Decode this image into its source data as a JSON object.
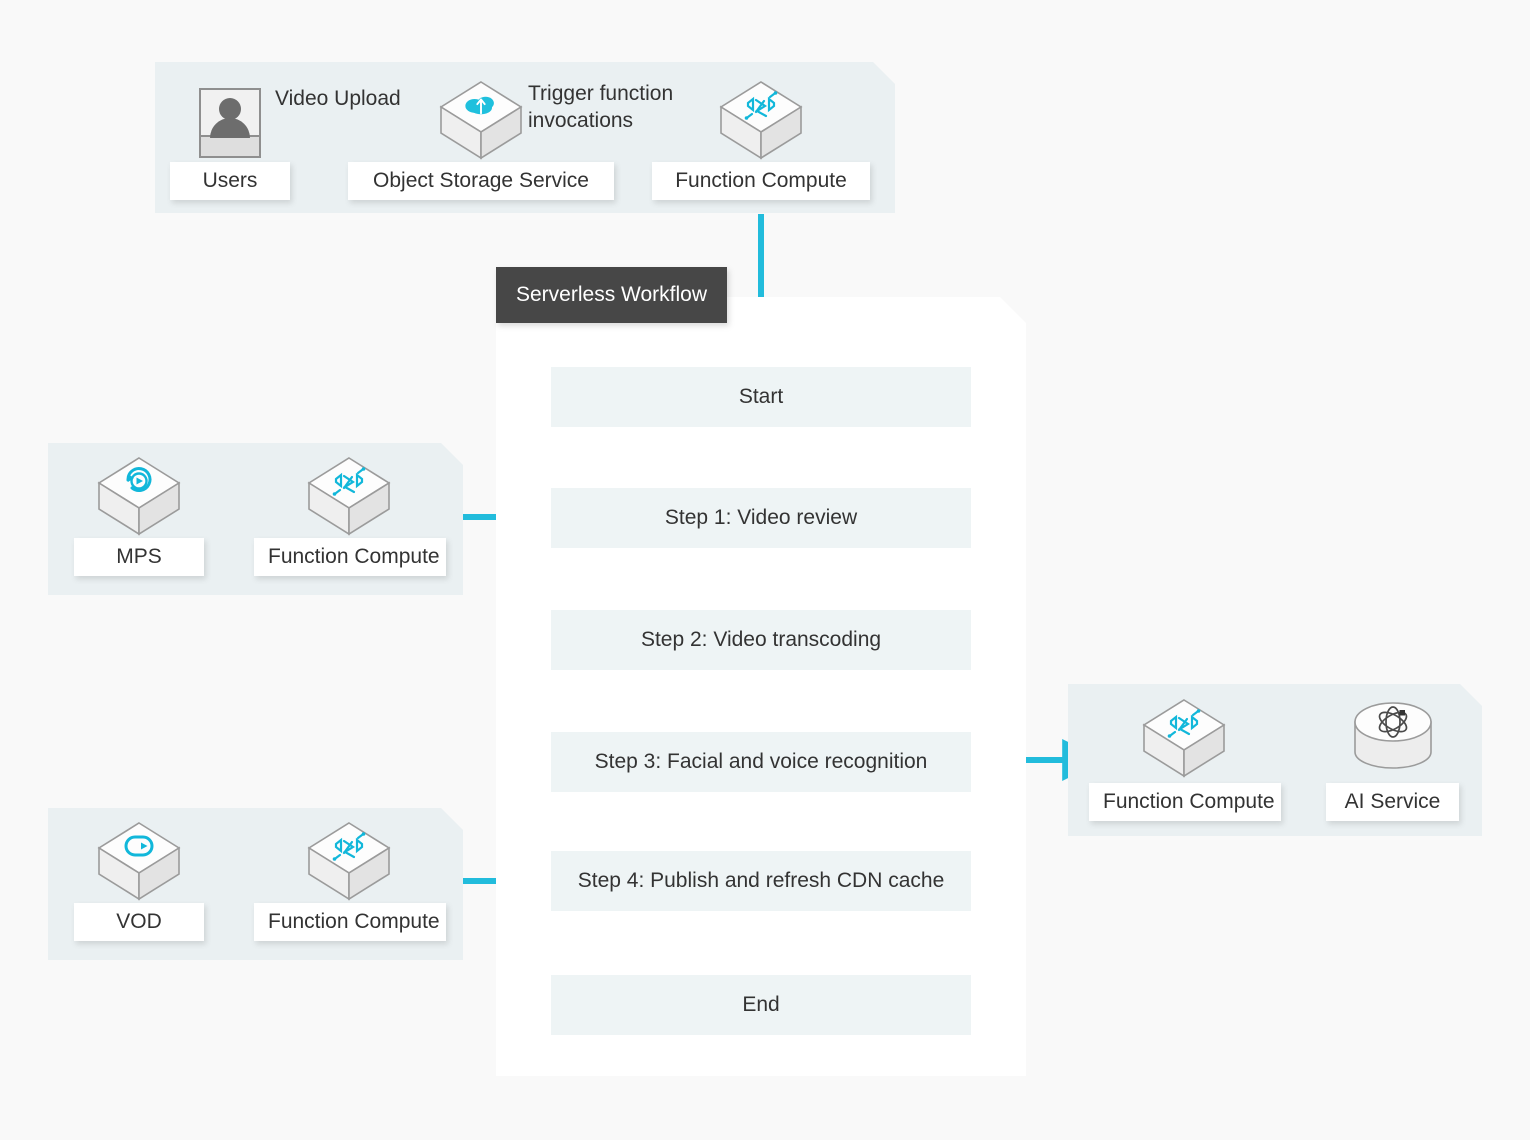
{
  "colors": {
    "background": "#f9f9f9",
    "panel": "#eaf0f2",
    "step_box": "#eef4f5",
    "accent_cyan": "#22bcdc",
    "arrow_grey": "#9a9a9a",
    "title_bar": "#474747",
    "text": "#333333"
  },
  "ingest": {
    "users": {
      "label": "Users",
      "icon": "user-badge-icon"
    },
    "upload_note": "Video Upload",
    "oss": {
      "label": "Object Storage Service",
      "icon": "object-storage-cube-icon"
    },
    "trigger_note": "Trigger function\ninvocations",
    "fc": {
      "label": "Function Compute",
      "icon": "function-compute-cube-icon"
    }
  },
  "workflow": {
    "title": "Serverless Workflow",
    "steps": [
      {
        "id": "start",
        "label": "Start"
      },
      {
        "id": "step1",
        "label": "Step 1: Video review"
      },
      {
        "id": "step2",
        "label": "Step 2: Video transcoding"
      },
      {
        "id": "step3",
        "label": "Step 3: Facial and voice recognition"
      },
      {
        "id": "step4",
        "label": "Step 4: Publish and refresh CDN cache"
      },
      {
        "id": "end",
        "label": "End"
      }
    ]
  },
  "mps_group": {
    "service": {
      "label": "MPS",
      "icon": "mps-cube-icon"
    },
    "fc": {
      "label": "Function Compute",
      "icon": "function-compute-cube-icon"
    }
  },
  "vod_group": {
    "service": {
      "label": "VOD",
      "icon": "vod-cube-icon"
    },
    "fc": {
      "label": "Function Compute",
      "icon": "function-compute-cube-icon"
    }
  },
  "ai_group": {
    "fc": {
      "label": "Function Compute",
      "icon": "function-compute-cube-icon"
    },
    "service": {
      "label": "AI Service",
      "icon": "ai-service-cylinder-icon"
    }
  }
}
